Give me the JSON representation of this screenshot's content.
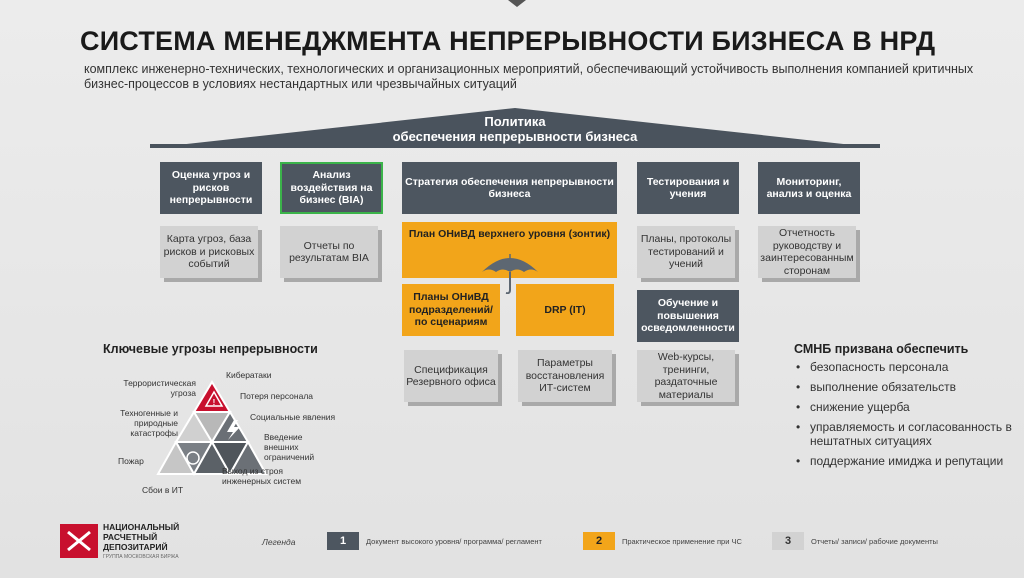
{
  "title": "СИСТЕМА МЕНЕДЖМЕНТА НЕПРЕРЫВНОСТИ БИЗНЕСА В НРД",
  "subtitle": "комплекс инженерно-технических, технологических и организационных мероприятий, обеспечивающий устойчивость выполнения компанией критичных бизнес-процессов в условиях нестандартных или чрезвычайных ситуаций",
  "roof": {
    "line1": "Политика",
    "line2": "обеспечения непрерывности бизнеса"
  },
  "pillars": {
    "threat_assessment": "Оценка угроз и рисков непрерывности",
    "bia": "Анализ воздействия на бизнес (BIA)",
    "strategy": "Стратегия обеспечения непрерывности бизнеса",
    "testing": "Тестирования и учения",
    "monitoring": "Мониторинг, анализ и оценка"
  },
  "outputs": {
    "threat_map": "Карта угроз, база рисков и рисковых событий",
    "bia_reports": "Отчеты по результатам BIA",
    "testing_docs": "Планы, протоколы тестирований и учений",
    "monitoring_reports": "Отчетность руководству и заинтересованным сторонам"
  },
  "strategy_plans": {
    "umbrella": "План ОНиВД верхнего уровня (зонтик)",
    "unit_plans": "Планы ОНиВД подразделений/ по сценариям",
    "drp": "DRP (IT)",
    "training": "Обучение и повышения осведомленности"
  },
  "strategy_outputs": {
    "reserve_office": "Спецификация Резервного офиса",
    "it_recovery": "Параметры восстановления ИТ-систем",
    "materials": "Web-курсы, тренинги, раздаточные материалы"
  },
  "threats": {
    "title": "Ключевые угрозы непрерывности",
    "terror": "Террористическая угроза",
    "cyber": "Кибератаки",
    "staff_loss": "Потеря персонала",
    "manmade": "Техногенные и природные катастрофы",
    "social": "Социальные явления",
    "restrictions": "Введение внешних ограничений",
    "fire": "Пожар",
    "engineering": "Выход из строя инженерных систем",
    "it_failure": "Сбои в ИТ"
  },
  "cmnb": {
    "title": "СМНБ призвана обеспечить",
    "items": [
      "безопасность персонала",
      "выполнение обязательств",
      "снижение ущерба",
      "управляемость и согласованность в нештатных ситуациях",
      "поддержание имиджа и репутации"
    ]
  },
  "logo": {
    "line1": "НАЦИОНАЛЬНЫЙ",
    "line2": "РАСЧЕТНЫЙ",
    "line3": "ДЕПОЗИТАРИЙ",
    "line4": "ГРУППА МОСКОВСКАЯ БИРЖА"
  },
  "legend": {
    "label": "Легенда",
    "items": [
      {
        "num": "1",
        "text": "Документ высокого уровня/ программа/ регламент",
        "color": "#4d5660"
      },
      {
        "num": "2",
        "text": "Практическое применение при ЧС",
        "color": "#f2a51a"
      },
      {
        "num": "3",
        "text": "Отчеты/ записи/ рабочие документы",
        "color": "#d2d2d2"
      }
    ]
  },
  "colors": {
    "dark": "#4d5660",
    "orange": "#f2a51a",
    "grey": "#d2d2d2",
    "green": "#3bb34a",
    "brand_red": "#c8102e"
  }
}
